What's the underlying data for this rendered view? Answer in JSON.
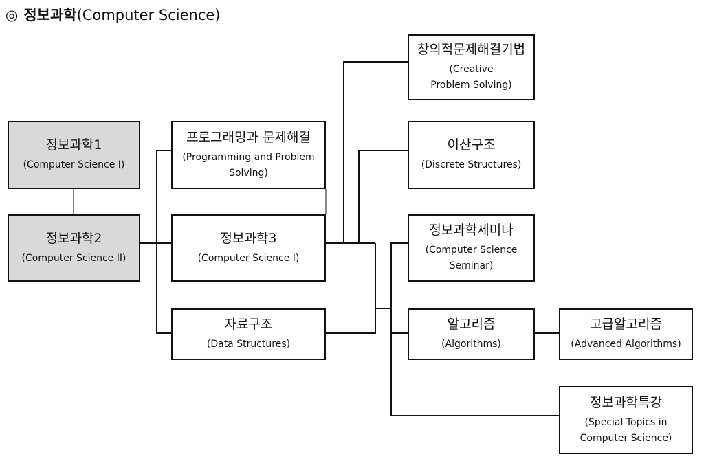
{
  "title": {
    "mark": "◎",
    "ko": "정보과학",
    "en": "(Computer Science)"
  },
  "courses": {
    "cs1": {
      "ko": "정보과학1",
      "en": "(Computer Science I)"
    },
    "cs2": {
      "ko": "정보과학2",
      "en": "(Computer Science II)"
    },
    "programming": {
      "ko": "프로그래밍과 문제해결",
      "en": "(Programming and Problem\nSolving)"
    },
    "cs3": {
      "ko": "정보과학3",
      "en": "(Computer Science I)"
    },
    "data_structures": {
      "ko": "자료구조",
      "en": "(Data Structures)"
    },
    "creative": {
      "ko": "창의적문제해결기법",
      "en": "(Creative\nProblem Solving)"
    },
    "discrete": {
      "ko": "이산구조",
      "en": "(Discrete Structures)"
    },
    "seminar": {
      "ko": "정보과학세미나",
      "en": "(Computer Science\nSeminar)"
    },
    "algorithms": {
      "ko": "알고리즘",
      "en": "(Algorithms)"
    },
    "advanced_algorithms": {
      "ko": "고급알고리즘",
      "en": "(Advanced Algorithms)"
    },
    "special_topics": {
      "ko": "정보과학특강",
      "en": "(Special Topics in\nComputer Science)"
    }
  }
}
